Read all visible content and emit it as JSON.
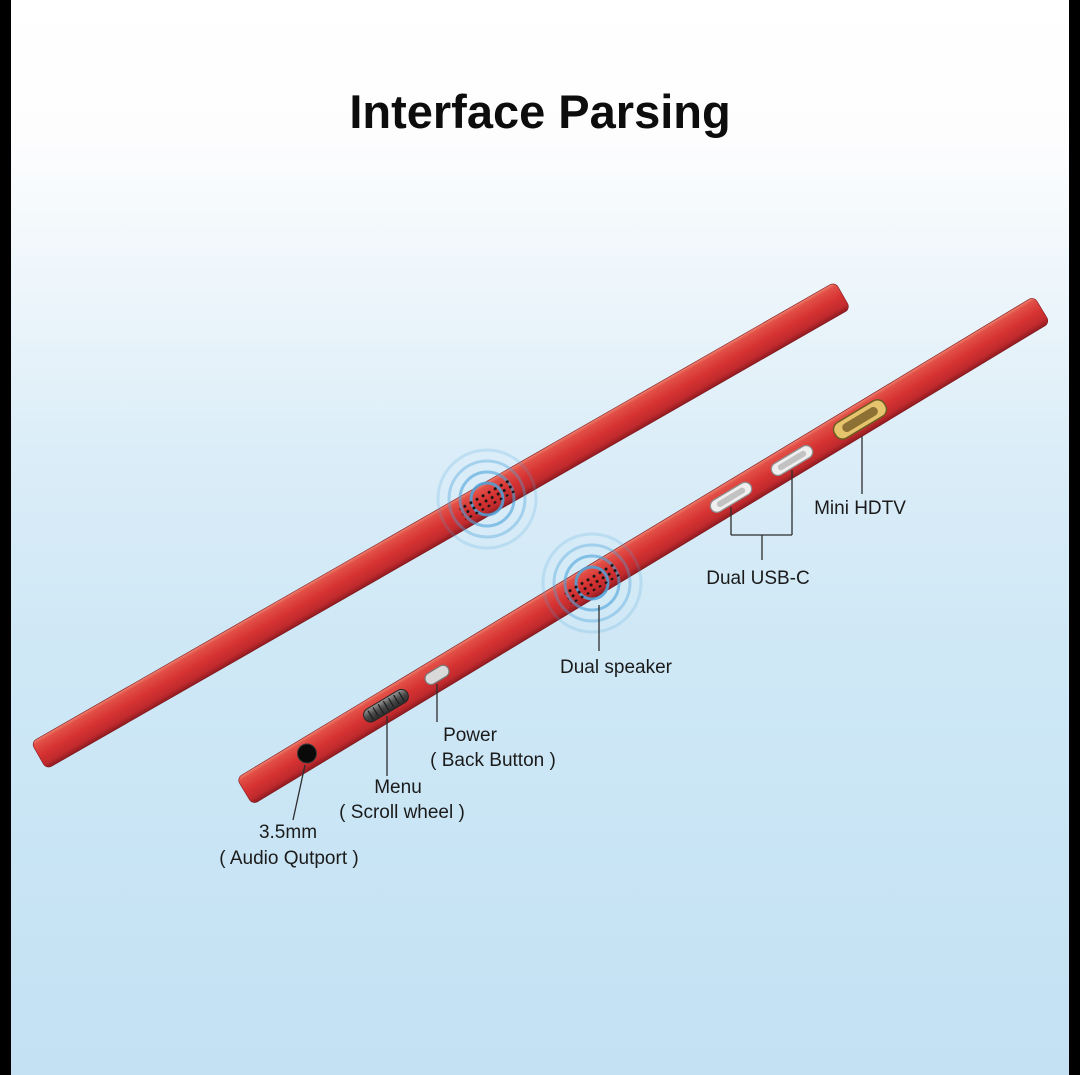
{
  "page": {
    "title": "Interface Parsing"
  },
  "diagram": {
    "labels": {
      "mini_hdtv": "Mini HDTV",
      "dual_usb": "Dual USB-C",
      "dual_speaker": "Dual speaker",
      "power": "Power",
      "power_sub": "( Back Button )",
      "menu": "Menu",
      "menu_sub": "( Scroll wheel )",
      "audio_jack": "3.5mm",
      "audio_jack_sub": "( Audio Qutport )"
    },
    "icons": {
      "speaker_grille": "dot-grid-speaker-icon",
      "ripples": "sound-wave-ripples-icon"
    },
    "colors": {
      "bar_red": "#d63232",
      "bar_red_highlight": "#ee8270",
      "bar_red_shadow": "#8e1b21",
      "ripple_blue": "#4da3da",
      "port_gold": "#e6c36d",
      "usb_silver": "#efefef",
      "background_blue": "#c3e1f3",
      "leader_line": "#2e2e2e",
      "edge_black": "#000000"
    }
  }
}
